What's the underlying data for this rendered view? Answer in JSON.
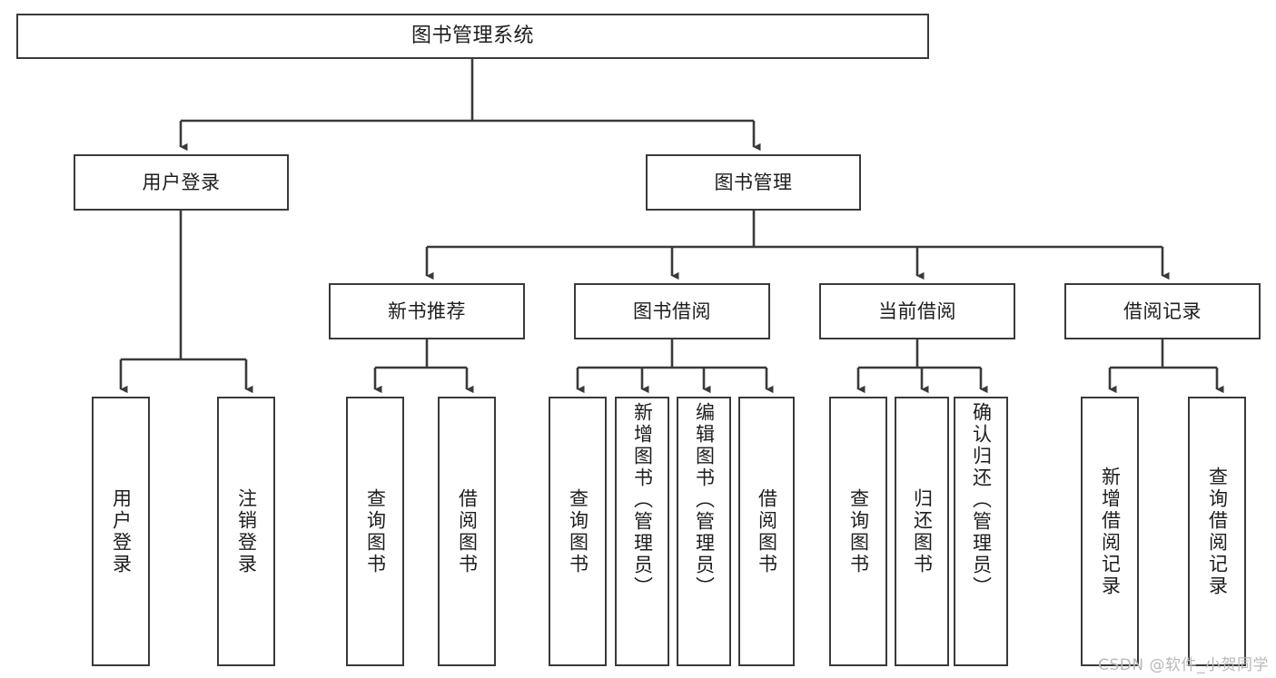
{
  "diagram": {
    "title": "图书管理系统",
    "watermark": "CSDN @软件_小贺同学",
    "colors": {
      "stroke": "#3a3a3a",
      "fill": "#ffffff",
      "text": "#1d1d1d",
      "watermark": "#b9b9b9"
    },
    "levels": {
      "root": {
        "label": "图书管理系统"
      },
      "level2": [
        {
          "label": "用户登录"
        },
        {
          "label": "图书管理"
        }
      ],
      "level3": [
        {
          "label": "新书推荐"
        },
        {
          "label": "图书借阅"
        },
        {
          "label": "当前借阅"
        },
        {
          "label": "借阅记录"
        }
      ],
      "leaves": {
        "user_login": [
          {
            "label": "用户登录"
          },
          {
            "label": "注销登录"
          }
        ],
        "new_book": [
          {
            "label": "查询图书"
          },
          {
            "label": "借阅图书"
          }
        ],
        "borrow_book": [
          {
            "label": "查询图书"
          },
          {
            "label": "新增图书（管理员）"
          },
          {
            "label": "编辑图书（管理员）"
          },
          {
            "label": "借阅图书"
          }
        ],
        "current_borrow": [
          {
            "label": "查询图书"
          },
          {
            "label": "归还图书"
          },
          {
            "label": "确认归还（管理员）"
          }
        ],
        "borrow_record": [
          {
            "label": "新增借阅记录"
          },
          {
            "label": "查询借阅记录"
          }
        ]
      }
    }
  }
}
